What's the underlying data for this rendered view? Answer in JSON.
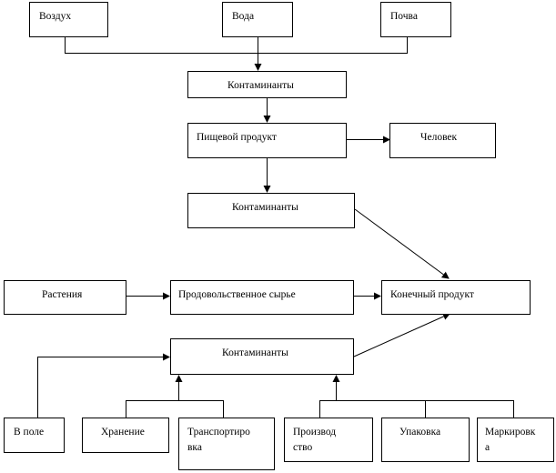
{
  "nodes": {
    "air": "Воздух",
    "water": "Вода",
    "soil": "Почва",
    "contaminants_top": "Контаминанты",
    "food_product": "Пищевой продукт",
    "human": "Человек",
    "contaminants_mid": "Контаминанты",
    "plants": "Растения",
    "raw_material": "Продовольственное сырье",
    "final_product": "Конечный продукт",
    "contaminants_bottom": "Контаминанты",
    "in_field": "В поле",
    "storage": "Хранение",
    "transport": [
      "Транспортиро",
      "вка"
    ],
    "production": [
      "Производ",
      "ство"
    ],
    "packaging": "Упаковка",
    "labeling": [
      "Маркировк",
      "а"
    ]
  }
}
